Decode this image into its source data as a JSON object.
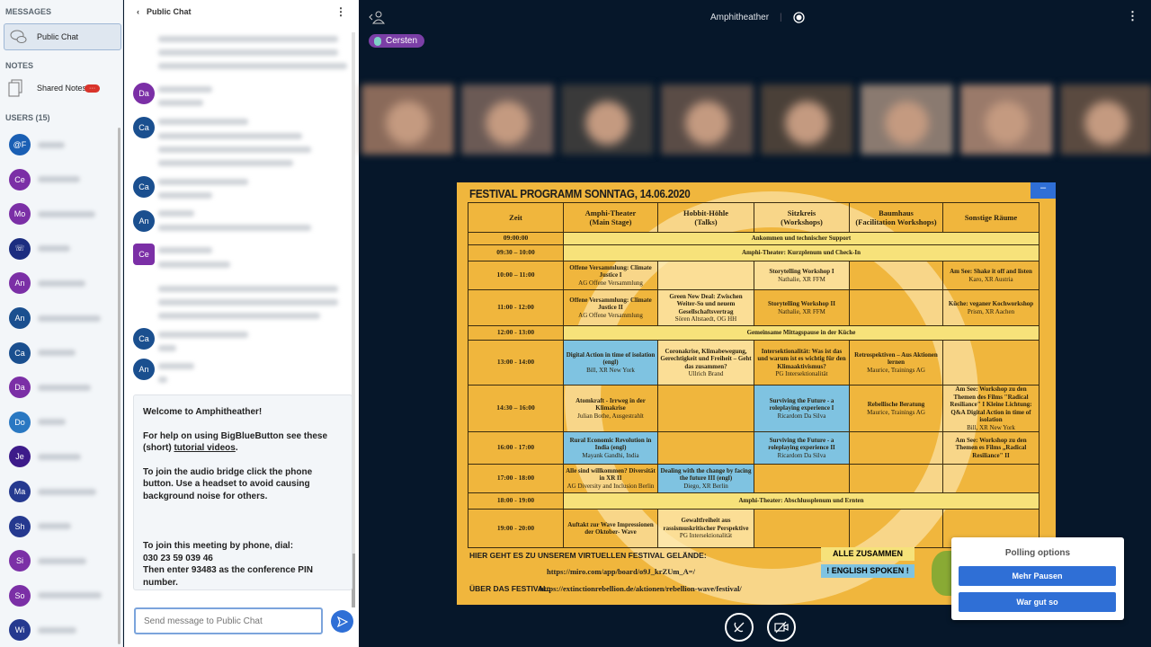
{
  "sidebar": {
    "messages_label": "MESSAGES",
    "public_chat": "Public Chat",
    "notes_label": "NOTES",
    "shared_notes": "Shared Notes",
    "notes_badge": "···",
    "users_label": "USERS (15)",
    "users": [
      {
        "initials": "@F",
        "color": "#1a5fb4",
        "status": "none"
      },
      {
        "initials": "Ce",
        "color": "#7b2fa6",
        "status": "green",
        "presenter": true
      },
      {
        "initials": "Mo",
        "color": "#7b2fa6",
        "status": "muted"
      },
      {
        "initials": "☏",
        "color": "#1c2d80",
        "status": "muted"
      },
      {
        "initials": "An",
        "color": "#7b2fa6",
        "status": "muted"
      },
      {
        "initials": "An",
        "color": "#1a4f8f",
        "status": "muted"
      },
      {
        "initials": "Ca",
        "color": "#1a4f8f",
        "status": "muted"
      },
      {
        "initials": "Da",
        "color": "#7b2fa6",
        "status": "muted"
      },
      {
        "initials": "Do",
        "color": "#2a78c2",
        "status": "muted"
      },
      {
        "initials": "Je",
        "color": "#3d1b8a",
        "status": "muted"
      },
      {
        "initials": "Ma",
        "color": "#25398f",
        "status": "muted"
      },
      {
        "initials": "Sh",
        "color": "#25398f",
        "status": "muted"
      },
      {
        "initials": "Si",
        "color": "#7b2fa6",
        "status": "muted"
      },
      {
        "initials": "So",
        "color": "#7b2fa6",
        "status": "green"
      },
      {
        "initials": "Wi",
        "color": "#25398f",
        "status": "muted"
      }
    ]
  },
  "chat": {
    "title": "Public Chat",
    "avatars": [
      {
        "initials": "Da",
        "color": "#7b2fa6"
      },
      {
        "initials": "Ca",
        "color": "#1a4f8f"
      },
      {
        "initials": "Ca",
        "color": "#1a4f8f"
      },
      {
        "initials": "An",
        "color": "#1a4f8f"
      },
      {
        "initials": "Ce",
        "color": "#7b2fa6"
      },
      {
        "initials": "Ca",
        "color": "#1a4f8f"
      },
      {
        "initials": "An",
        "color": "#1a4f8f"
      }
    ],
    "welcome": {
      "l1a": "Welcome to ",
      "l1b": "Amphitheather",
      "l1c": "!",
      "l2a": "For help on using BigBlueButton see these (short) ",
      "l2link": "tutorial videos",
      "l2c": ".",
      "l3": "To join the audio bridge click the phone button. Use a headset to avoid causing background noise for others.",
      "l4": "To join this meeting by phone, dial:",
      "l5": "030 23 59 039 46",
      "l6": "Then enter 93483 as the conference PIN number."
    },
    "placeholder": "Send message to Public Chat"
  },
  "main": {
    "title": "Amphitheather",
    "talker": "Cersten",
    "minimize": "–"
  },
  "presentation": {
    "title": "FESTIVAL PROGRAMM SONNTAG, 14.06.2020",
    "headers": [
      [
        "Zeit"
      ],
      [
        "Amphi-Theater",
        "(Main Stage)"
      ],
      [
        "Hobbit-Höhle",
        "(Talks)"
      ],
      [
        "Sitzkreis",
        "(Workshops)"
      ],
      [
        "Baumhaus",
        "(Facilitation Workshops)"
      ],
      [
        "Sonstige Räume"
      ]
    ],
    "rows": [
      {
        "time": "09:00:00",
        "span": "Ankommen und technischer Support"
      },
      {
        "time": "09:30 – 10:00",
        "span": "Amphi-Theater: Kurzplenum und Check-In"
      },
      {
        "time": "10:00 – 11:00",
        "cells": [
          {
            "t": "Offene Versammlung: Climate Justice I",
            "s": "AG Offene Versammlung"
          },
          {
            "bg": "light"
          },
          {
            "t": "Storytelling Workshop I",
            "s": "Nathalie, XR FFM",
            "bg": "light"
          },
          {},
          {
            "t": "Am See: Shake it off and listen",
            "s": "Karo, XR Austria"
          }
        ]
      },
      {
        "time": "11:00 - 12:00",
        "cells": [
          {
            "t": "Offene Versammlung: Climate Justice II",
            "s": "AG Offene Versammlung"
          },
          {
            "t": "Green New Deal: Zwischen Weiter-So und neuem Gesellschaftsvertrag",
            "s": "Sören Altstaedt, OG HH",
            "bg": "light"
          },
          {
            "t": "Storytelling Workshop II",
            "s": "Nathalie, XR FFM"
          },
          {},
          {
            "t": "Küche: veganer Kochworkshop",
            "s": "Prism, XR Aachen"
          }
        ]
      },
      {
        "time": "12:00 - 13:00",
        "span": "Gemeinsame Mittagspause in der Küche"
      },
      {
        "time": "13:00 - 14:00",
        "cells": [
          {
            "t": "Digital Action in time of isolation (engl)",
            "s": "Bill, XR New York",
            "bg": "blue"
          },
          {
            "t": "Coronakrise, Klimabewegung, Gerechtigkeit und Freiheit – Geht das zusammen?",
            "s": "Ullrich Brand",
            "bg": "light"
          },
          {
            "t": "Intersektionalität: Was ist das und warum ist es wichtig für den Klimaaktivismus?",
            "s": "PG Intersektionalität"
          },
          {
            "t": "Retrospektiven – Aus Aktionen lernen",
            "s": "Maurice, Trainings AG"
          },
          {}
        ]
      },
      {
        "time": "14:30 – 16:00",
        "cells": [
          {
            "t": "Atomkraft - Irrweg in der Klimakrise",
            "s": "Julian Bothe, Ausgestrahlt"
          },
          {},
          {
            "t": "Surviving the Future - a roleplaying experience I",
            "s": "Ricardom Da Silva",
            "bg": "blue"
          },
          {
            "t": "Rebellische Beratung",
            "s": "Maurice, Trainings AG"
          },
          {
            "t": "Am See: Workshop zu den Themen des Films \"Radical Resiliance\" I Kleine Lichtung: Q&A Digital Action in time of isolation",
            "s": "Bill, XR New York"
          }
        ]
      },
      {
        "time": "16:00 - 17:00",
        "cells": [
          {
            "t": "Rural Economic Revolution in India (engl)",
            "s": "Mayank Gandhi, India",
            "bg": "blue"
          },
          {},
          {
            "t": "Surviving the Future - a roleplaying experience II",
            "s": "Ricardom Da Silva",
            "bg": "blue"
          },
          {},
          {
            "t": "Am See: Workshop zu den Themen es Films „Radical Resiliance\" II"
          }
        ]
      },
      {
        "time": "17:00 - 18:00",
        "cells": [
          {
            "t": "Alle sind willkommen? Diversität in XR II",
            "s": "AG Diversity and Inclusion Berlin"
          },
          {
            "t": "Dealing with the change by facing the future III (engl)",
            "s": "Diego, XR Berlin",
            "bg": "blue"
          },
          {},
          {},
          {}
        ]
      },
      {
        "time": "18:00 - 19:00",
        "span": "Amphi-Theater: Abschlussplenum und Ernten"
      },
      {
        "time": "19:00 - 20:00",
        "cells": [
          {
            "t": "Auftakt zur Wave Impressionen der Oktober- Wave"
          },
          {
            "t": "Gewaltfreiheit aus rassismuskritischer Perspektive",
            "s": "PG Intersektionalität",
            "bg": "light"
          },
          {},
          {},
          {}
        ]
      }
    ],
    "footer_label": "HIER GEHT ES ZU UNSEREM VIRTUELLEN FESTIVAL GELÄNDE:",
    "footer_url": "https://miro.com/app/board/o9J_krZUm_A=/",
    "about_label": "ÜBER DAS FESTIVAL:",
    "about_url": "https://extinctionrebellion.de/aktionen/rebellion-wave/festival/",
    "legend_all": "ALLE ZUSAMMEN",
    "legend_english": "! ENGLISH SPOKEN !"
  },
  "poll": {
    "title": "Polling options",
    "options": [
      "Mehr Pausen",
      "War gut so"
    ]
  }
}
